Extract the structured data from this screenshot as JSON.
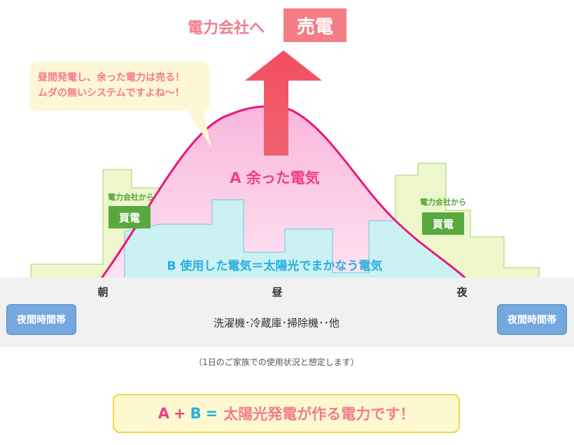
{
  "header": {
    "title": "電力会社へ",
    "sell": "売電"
  },
  "bubble": {
    "line1": "昼間発電し、余った電力は売る！",
    "line2": "ムダの無いシステムですよね〜！"
  },
  "areas": {
    "a_label": "A 余った電気",
    "b_label": "B 使用した電気＝太陽光でまかなう電気"
  },
  "buy": {
    "left_label": "電力会社から",
    "left_badge": "買電",
    "right_label": "電力会社から",
    "right_badge": "買電"
  },
  "timeline": {
    "morning": "朝",
    "noon": "昼",
    "night": "夜",
    "appliances": "洗濯機･冷蔵庫･掃除機･･他",
    "night_left": "夜間時間帯",
    "night_right": "夜間時間帯"
  },
  "note": "（1日のご家族での使用状況と想定します）",
  "formula": {
    "a": "A",
    "plus": "+",
    "b": "B",
    "eq": "=",
    "text": "太陽光発電が作る電力です！"
  },
  "colors": {
    "surplus_fill": "#fbd4ea",
    "surplus_stroke": "#e9177a",
    "usage_fill": "#cbf1f3",
    "usage_stroke": "#6cc4e2",
    "grid_fill": "#eef7cb",
    "grid_stroke": "#a9cf6b",
    "arrow": "#ef4d5a",
    "buy_badge": "#5aa93f",
    "night_button": "#74a8de"
  }
}
